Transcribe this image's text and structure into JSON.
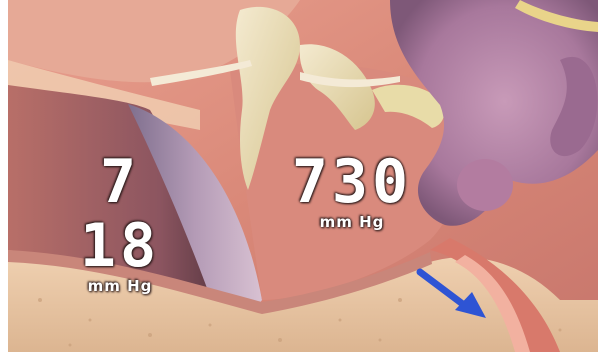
{
  "readouts": {
    "left": {
      "value": "7 18",
      "unit": "mm Hg"
    },
    "right": {
      "value": "730",
      "unit": "mm Hg"
    }
  },
  "colors": {
    "arrow": "#2e54d4",
    "tissue": "#d8877a",
    "membrane": "#a98aa8",
    "bone": "#e7c7a6",
    "ossicles": "#e9dcae",
    "lumen": "#c17f93"
  },
  "icons": {
    "arrow": "arrow-down-right-icon"
  }
}
